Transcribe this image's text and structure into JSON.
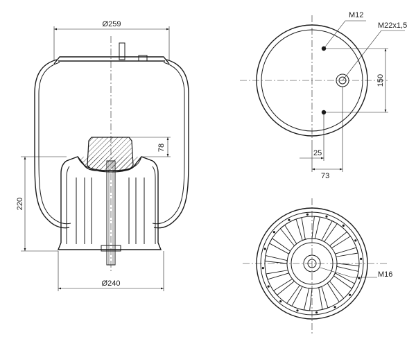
{
  "drawing": {
    "side_view": {
      "top_diameter": "Ø259",
      "bottom_diameter": "Ø240",
      "height": "220",
      "piston_height": "78"
    },
    "top_view": {
      "bolt_thread": "M12",
      "air_inlet_thread": "M22x1,5",
      "bolt_spacing": "150",
      "inlet_offset_small": "25",
      "inlet_offset_large": "73"
    },
    "bottom_view": {
      "bottom_thread": "M16"
    }
  }
}
